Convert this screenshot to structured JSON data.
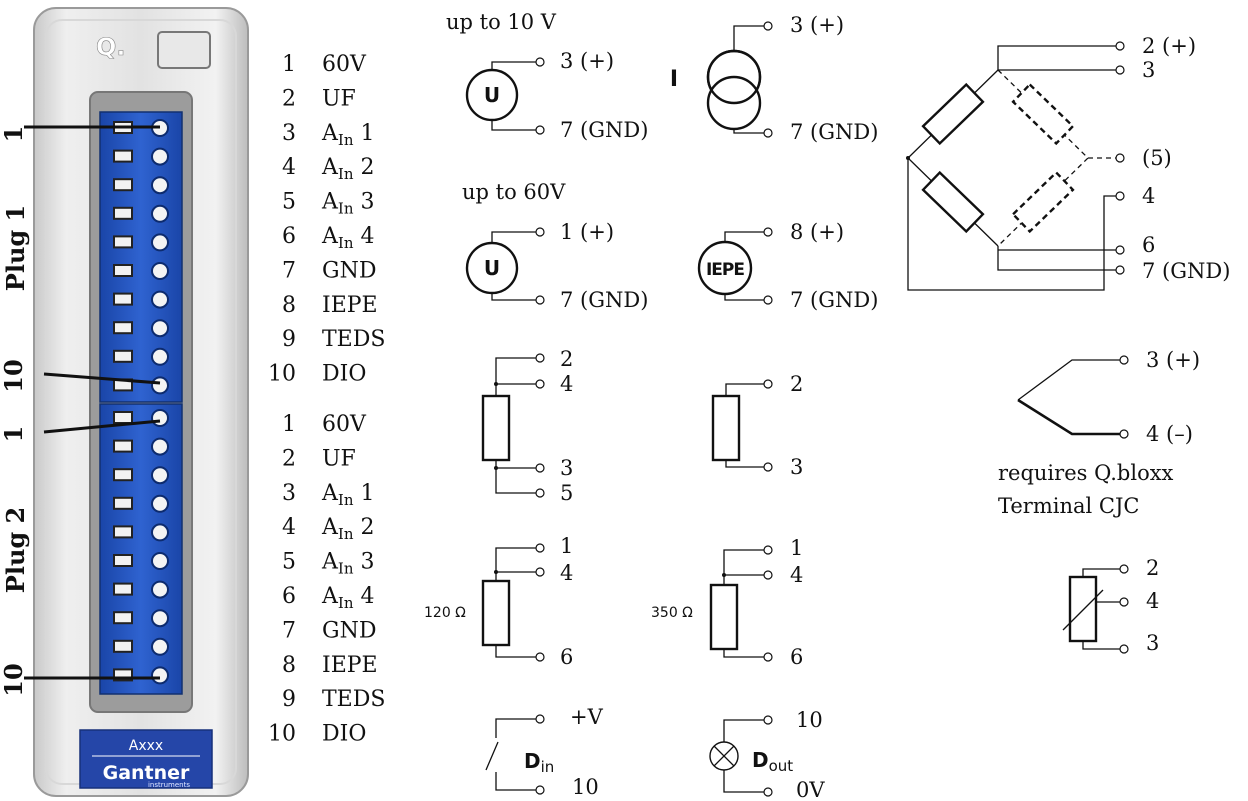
{
  "device": {
    "badge_letter": "Q.",
    "label_model": "Axxx",
    "brand": "Gantner",
    "brand_sub": "instruments",
    "plug1_label": "Plug 1",
    "plug2_label": "Plug 2",
    "pin_first": "1",
    "pin_last": "10"
  },
  "pins": [
    {
      "n": "1",
      "label": "60V"
    },
    {
      "n": "2",
      "label": "UF"
    },
    {
      "n": "3",
      "label": "A",
      "sub": "In",
      "suffix": " 1"
    },
    {
      "n": "4",
      "label": "A",
      "sub": "In",
      "suffix": " 2"
    },
    {
      "n": "5",
      "label": "A",
      "sub": "In",
      "suffix": " 3"
    },
    {
      "n": "6",
      "label": "A",
      "sub": "In",
      "suffix": " 4"
    },
    {
      "n": "7",
      "label": "GND"
    },
    {
      "n": "8",
      "label": "IEPE"
    },
    {
      "n": "9",
      "label": "TEDS"
    },
    {
      "n": "10",
      "label": "DIO"
    }
  ],
  "voltage10": {
    "caption": "up to 10 V",
    "symbol": "U",
    "t_plus": "3 (+)",
    "t_gnd": "7 (GND)"
  },
  "voltage60": {
    "caption": "up to 60V",
    "symbol": "U",
    "t_plus": "1 (+)",
    "t_gnd": "7 (GND)"
  },
  "current": {
    "symbol": "I",
    "t_plus": "3 (+)",
    "t_gnd": "7 (GND)"
  },
  "iepe": {
    "symbol": "IEPE",
    "t_plus": "8 (+)",
    "t_gnd": "7 (GND)"
  },
  "res4wire": {
    "t1": "2",
    "t2": "4",
    "t3": "3",
    "t4": "5"
  },
  "res2wire": {
    "t1": "2",
    "t2": "3"
  },
  "quarter120": {
    "ohm": "120 Ω",
    "t1": "1",
    "t2": "4",
    "t3": "6"
  },
  "quarter350": {
    "ohm": "350 Ω",
    "t1": "1",
    "t2": "4",
    "t3": "6"
  },
  "din": {
    "symbol": "D",
    "sub": "in",
    "t1": "+V",
    "t2": "10"
  },
  "dout": {
    "symbol": "D",
    "sub": "out",
    "t1": "10",
    "t2": "0V"
  },
  "bridge": {
    "t1": "2 (+)",
    "t2": "3",
    "t3": "(5)",
    "t4": "4",
    "t5": "6",
    "t6": "7 (GND)"
  },
  "thermocouple": {
    "t1": "3 (+)",
    "t2": "4 (–)",
    "note1": "requires Q.bloxx",
    "note2": "Terminal CJC"
  },
  "potentiometer": {
    "t1": "2",
    "t2": "4",
    "t3": "3"
  }
}
